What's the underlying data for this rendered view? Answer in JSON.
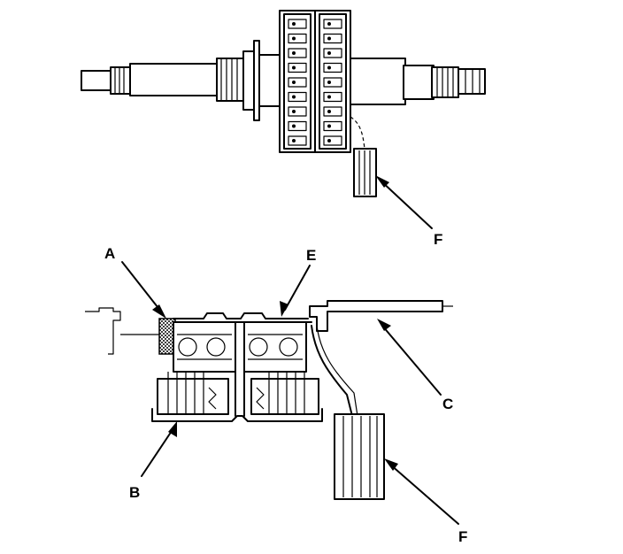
{
  "labels": {
    "a": "A",
    "b": "B",
    "c": "C",
    "e": "E",
    "f_top": "F",
    "f_bottom": "F"
  },
  "colors": {
    "ink": "#000000",
    "paper": "#ffffff"
  }
}
